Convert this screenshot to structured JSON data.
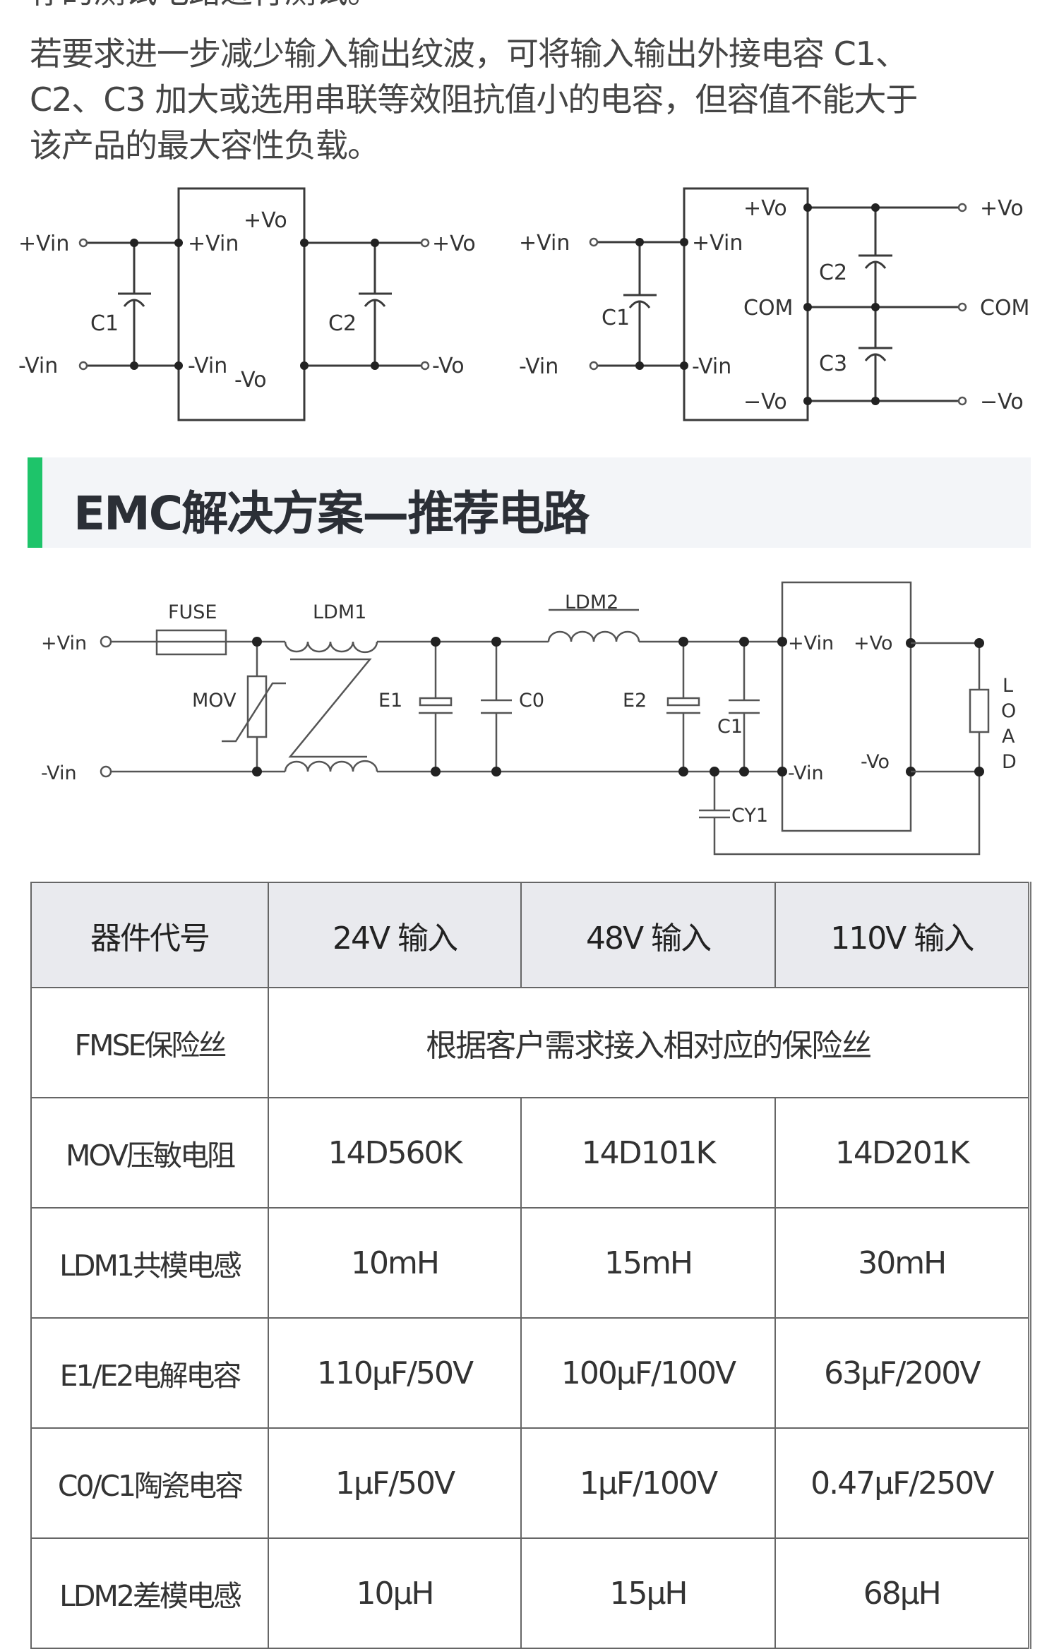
{
  "intro": {
    "clipped_line": "荐的测试电路进行测试。",
    "lines": [
      "若要求进一步减少输入输出纹波，可将输入输出外接电容 C1、",
      "C2、C3 加大或选用串联等效阻抗值小的电容，但容值不能大于",
      "该产品的最大容性负载。"
    ]
  },
  "circuit_single": {
    "in_pos": "+Vin",
    "in_neg": "-Vin",
    "box_in_pos": "+Vin",
    "box_in_neg": "-Vin",
    "box_out_pos": "+Vo",
    "box_out_neg": "-Vo",
    "cap_in": "C1",
    "cap_out": "C2",
    "out_pos": "+Vo",
    "out_neg": "-Vo"
  },
  "circuit_dual": {
    "in_pos": "+Vin",
    "in_neg": "-Vin",
    "box_in_pos": "+Vin",
    "box_in_neg": "-Vin",
    "box_out_pos": "+Vo",
    "box_com": "COM",
    "box_out_neg": "−Vo",
    "cap_in": "C1",
    "cap_top": "C2",
    "cap_bottom": "C3",
    "out_pos": "+Vo",
    "out_com": "COM",
    "out_neg": "−Vo"
  },
  "section": {
    "accent_color": "#1ec46a",
    "title": "EMC解决方案—推荐电路"
  },
  "emc_circuit": {
    "in_pos": "+Vin",
    "in_neg": "-Vin",
    "fuse": "FUSE",
    "ldm1": "LDM1",
    "mov": "MOV",
    "e1": "E1",
    "c0": "C0",
    "ldm2": "LDM2",
    "e2": "E2",
    "c1": "C1",
    "cy1": "CY1",
    "box_in_pos": "+Vin",
    "box_in_neg": "-Vin",
    "box_out_pos": "+Vo",
    "box_out_neg": "-Vo",
    "load": [
      "L",
      "O",
      "A",
      "D"
    ]
  },
  "table": {
    "headers": [
      "器件代号",
      "24V 输入",
      "48V 输入",
      "110V 输入"
    ],
    "fuse_row": {
      "name": "FMSE保险丝",
      "note": "根据客户需求接入相对应的保险丝"
    },
    "rows": [
      {
        "name": "MOV压敏电阻",
        "v24": "14D560K",
        "v48": "14D101K",
        "v110": "14D201K"
      },
      {
        "name": "LDM1共模电感",
        "v24": "10mH",
        "v48": "15mH",
        "v110": "30mH"
      },
      {
        "name": "E1/E2电解电容",
        "v24": "110µF/50V",
        "v48": "100µF/100V",
        "v110": "63µF/200V"
      },
      {
        "name": "C0/C1陶瓷电容",
        "v24": "1µF/50V",
        "v48": "1µF/100V",
        "v110": "0.47µF/250V"
      },
      {
        "name": "LDM2差模电感",
        "v24": "10µH",
        "v48": "15µH",
        "v110": "68µH"
      }
    ]
  }
}
